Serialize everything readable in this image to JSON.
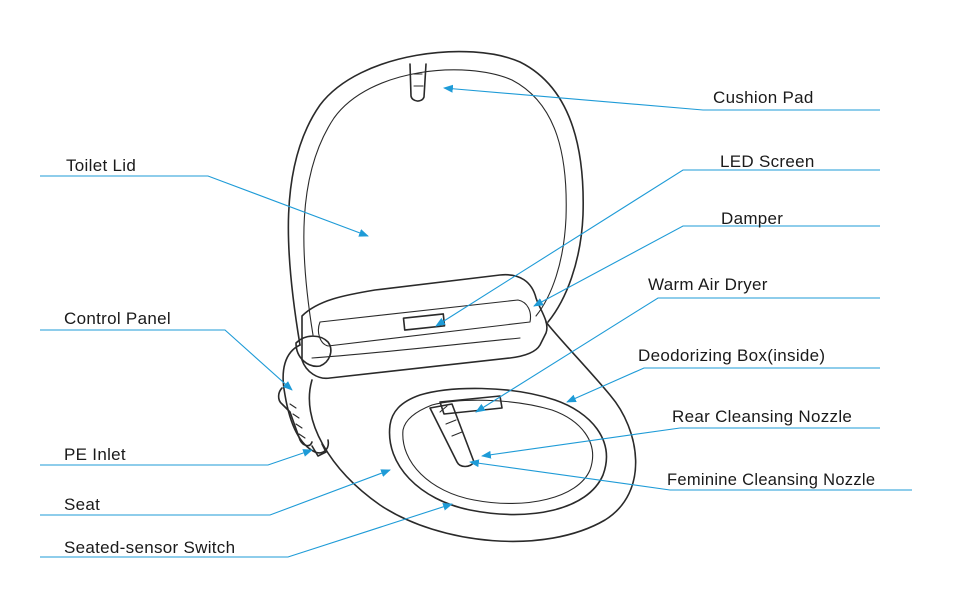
{
  "labels": {
    "cushion_pad": "Cushion Pad",
    "toilet_lid": "Toilet Lid",
    "led_screen": "LED Screen",
    "damper": "Damper",
    "warm_air_dryer": "Warm Air Dryer",
    "control_panel": "Control Panel",
    "deodorizing_box": "Deodorizing Box(inside)",
    "rear_nozzle": "Rear Cleansing Nozzle",
    "pe_inlet": "PE Inlet",
    "feminine_nozzle": "Feminine Cleansing Nozzle",
    "seat": "Seat",
    "seated_sensor": "Seated-sensor Switch"
  },
  "colors": {
    "leader": "#1e9bd7",
    "outline": "#2a2a2a"
  }
}
